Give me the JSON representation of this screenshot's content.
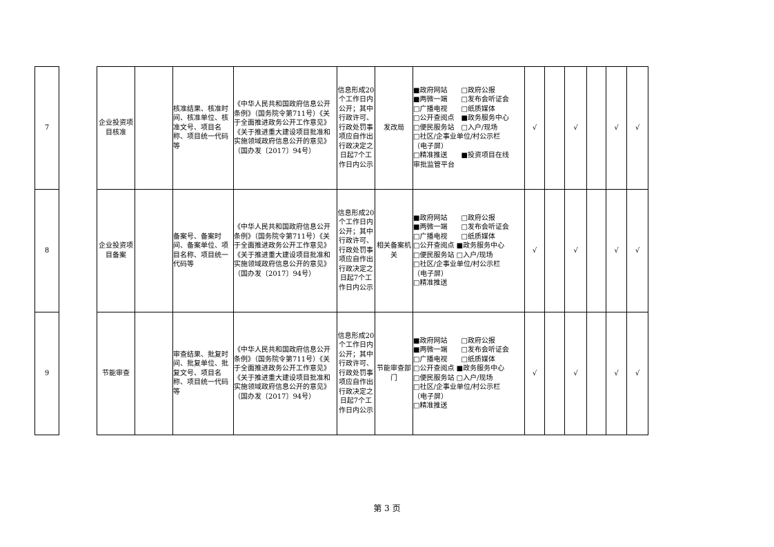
{
  "rows": [
    {
      "index": "7",
      "item": "企业投资项目核准",
      "content": "核准结果、核准时间、核准单位、核准文号、项目名称、项目统一代码等",
      "basis": "《中华人民共和国政府信息公开条例》（国务院令第711号）《关于全面推进政务公开工作意见》《关于推进重大建设项目批准和实施领域政府信息公开的意见》（国办发〔2017〕94号）",
      "time": "信息形成20个工作日内公开；其中行政许可、行政处罚事项应自作出行政决定之日起7个工作日内公示",
      "subject": "发改局",
      "channels": [
        "■政府网站　　□政府公报",
        "■两微一端　　□发布会听证会",
        "□广播电视　　□纸质媒体",
        "□公开查阅点　■政务服务中心",
        "□便民服务站　□入户/现场",
        "□社区/企事业单位/村公示栏",
        "（电子屏）",
        "□精准推送　　■投资项目在线",
        "审批监管平台"
      ],
      "marks": [
        "√",
        "",
        "√",
        "",
        "√",
        "√"
      ]
    },
    {
      "index": "8",
      "item": "企业投资项目备案",
      "content": "备案号、备案时间、备案单位、项目名称、项目统一代码等",
      "basis": "《中华人民共和国政府信息公开条例》（国务院令第711号）《关于全面推进政务公开工作意见》《关于推进重大建设项目批准和实施领域政府信息公开的意见》（国办发〔2017〕94号）",
      "time": "信息形成20个工作日内公开；其中行政许可、行政处罚事项应自作出行政决定之日起7个工作日内公示",
      "subject": "相关备案机关",
      "channels": [
        "■政府网站　　□政府公报",
        "■两微一端　　□发布会听证会",
        "□广播电视　　□纸质媒体",
        "□公开查阅点 ■政务服务中心",
        "□便民服务站 □入户/现场",
        "□社区/企事业单位/村公示栏",
        "（电子屏）",
        "□精准推送"
      ],
      "marks": [
        "√",
        "",
        "√",
        "",
        "√",
        "√"
      ]
    },
    {
      "index": "9",
      "item": "节能审查",
      "content": "审查结果、批复时间、批复单位、批复文号、项目名称、项目统一代码等",
      "basis": "《中华人民共和国政府信息公开条例》（国务院令第711号）《关于全面推进政务公开工作意见》《关于推进重大建设项目批准和实施领域政府信息公开的意见》（国办发〔2017〕94号）",
      "time": "信息形成20个工作日内公开；其中行政许可、行政处罚事项应自作出行政决定之日起7个工作日内公示",
      "subject": "节能审查部门",
      "channels": [
        "■政府网站　　□政府公报",
        "■两微一端　　□发布会听证会",
        "□广播电视　　□纸质媒体",
        "□公开查阅点 ■政务服务中心",
        "□便民服务站 □入户/现场",
        "□社区/企事业单位/村公示栏",
        "（电子屏）",
        "□精准推送"
      ],
      "marks": [
        "√",
        "",
        "√",
        "",
        "√",
        "√"
      ]
    }
  ],
  "footer": {
    "page_label": "第 3 页"
  }
}
